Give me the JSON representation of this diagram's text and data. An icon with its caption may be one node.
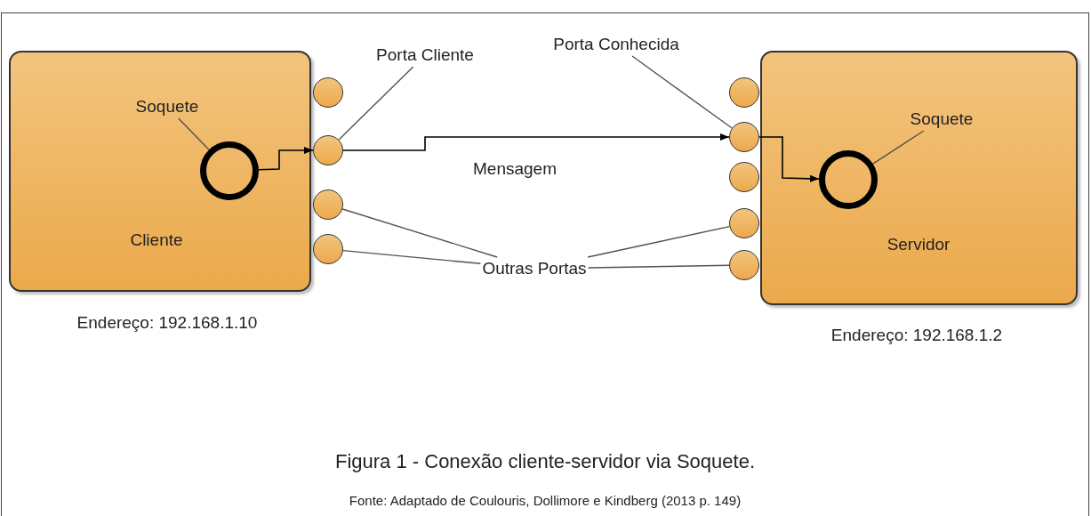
{
  "diagram": {
    "caption": "Figura 1 - Conexão cliente-servidor via Soquete.",
    "nodes": [
      {
        "text": [
          "Cliente"
        ],
        "beside": [
          "Endereço: 192.168.1.10"
        ]
      },
      {
        "text": [],
        "shape": "circle",
        "in": 0
      },
      {
        "text": [
          "Soquete"
        ],
        "in": 0
      },
      {
        "text": [],
        "shape": "circle"
      },
      {
        "text": [],
        "shape": "circle"
      },
      {
        "text": [],
        "shape": "circle"
      },
      {
        "text": [],
        "shape": "circle"
      },
      {
        "text": [
          "Porta Cliente"
        ]
      },
      {
        "text": [
          "Servidor"
        ],
        "beside": [
          "Endereço: 192.168.1.2"
        ]
      },
      {
        "text": [],
        "shape": "circle",
        "in": 8
      },
      {
        "text": [
          "Soquete"
        ],
        "in": 8
      },
      {
        "text": [],
        "shape": "circle"
      },
      {
        "text": [],
        "shape": "circle"
      },
      {
        "text": [],
        "shape": "circle"
      },
      {
        "text": [],
        "shape": "circle"
      },
      {
        "text": [],
        "shape": "circle"
      },
      {
        "text": [
          "Porta Conhecida"
        ]
      },
      {
        "text": [
          "Outras Portas"
        ]
      }
    ],
    "edges": [
      {
        "from": 1,
        "to": 4,
        "arrow": "to"
      },
      {
        "from": 4,
        "to": 12,
        "arrow": "to",
        "label": "Mensagem"
      },
      {
        "from": 12,
        "to": 9,
        "arrow": "to"
      },
      {
        "from": 2,
        "to": 1,
        "arrow": "none"
      },
      {
        "from": 7,
        "to": 4,
        "arrow": "none"
      },
      {
        "from": 16,
        "to": 12,
        "arrow": "none"
      },
      {
        "from": 10,
        "to": 9,
        "arrow": "none"
      },
      {
        "from": 17,
        "to": 5,
        "arrow": "none"
      },
      {
        "from": 17,
        "to": 6,
        "arrow": "none"
      },
      {
        "from": 17,
        "to": 14,
        "arrow": "none"
      },
      {
        "from": 17,
        "to": 15,
        "arrow": "none"
      }
    ],
    "labels": [
      "Fonte: Adaptado de Coulouris, Dollimore e Kindberg (2013 p. 149)"
    ]
  }
}
